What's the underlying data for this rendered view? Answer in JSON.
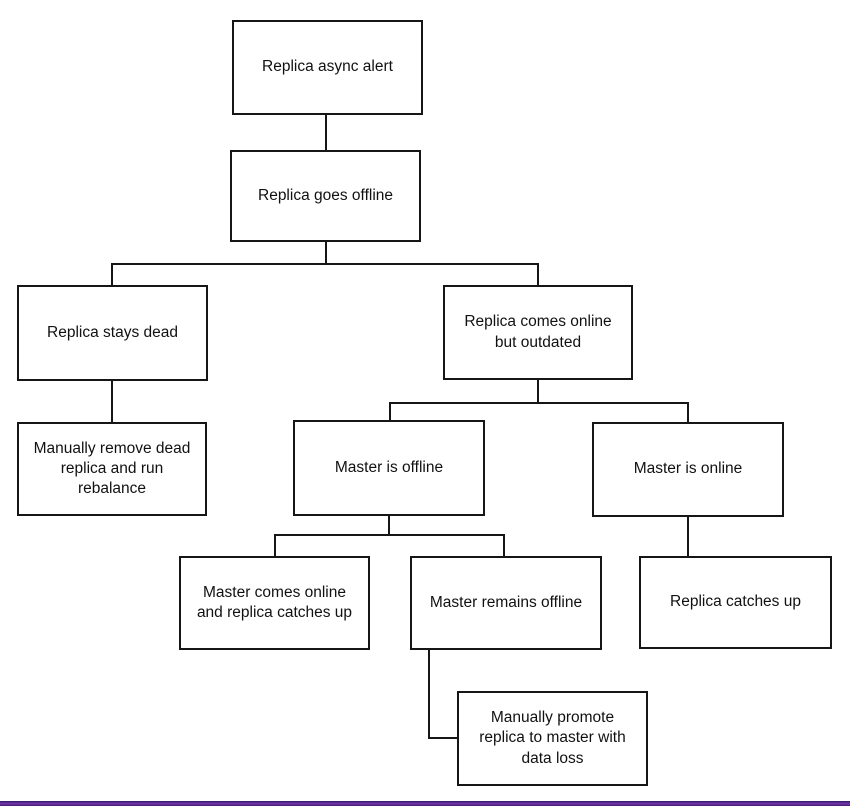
{
  "diagram": {
    "type": "flowchart",
    "nodes": {
      "replica_async_alert": {
        "label": "Replica async alert"
      },
      "replica_goes_offline": {
        "label": "Replica goes offline"
      },
      "replica_stays_dead": {
        "label": "Replica stays dead"
      },
      "manually_remove_dead_replica": {
        "label": "Manually remove dead replica and run rebalance"
      },
      "replica_comes_online_but_outdated": {
        "label": "Replica comes online but outdated"
      },
      "master_is_offline": {
        "label": "Master is offline"
      },
      "master_is_online": {
        "label": "Master is online"
      },
      "master_comes_online_and_replica_catches_up": {
        "label": "Master comes online and replica catches up"
      },
      "master_remains_offline": {
        "label": "Master remains offline"
      },
      "replica_catches_up": {
        "label": "Replica catches up"
      },
      "manually_promote_replica": {
        "label": "Manually promote replica to master with data loss"
      }
    },
    "edges": [
      {
        "from": "replica_async_alert",
        "to": "replica_goes_offline"
      },
      {
        "from": "replica_goes_offline",
        "to": "replica_stays_dead"
      },
      {
        "from": "replica_goes_offline",
        "to": "replica_comes_online_but_outdated"
      },
      {
        "from": "replica_stays_dead",
        "to": "manually_remove_dead_replica"
      },
      {
        "from": "replica_comes_online_but_outdated",
        "to": "master_is_offline"
      },
      {
        "from": "replica_comes_online_but_outdated",
        "to": "master_is_online"
      },
      {
        "from": "master_is_offline",
        "to": "master_comes_online_and_replica_catches_up"
      },
      {
        "from": "master_is_offline",
        "to": "master_remains_offline"
      },
      {
        "from": "master_is_online",
        "to": "replica_catches_up"
      },
      {
        "from": "master_remains_offline",
        "to": "manually_promote_replica"
      }
    ],
    "colors": {
      "node_fill": "#ffffff",
      "node_border": "#161616",
      "connector": "#161616",
      "accent_bar_dark": "#2b1a5e",
      "accent_bar_bright": "#7030a0"
    }
  }
}
